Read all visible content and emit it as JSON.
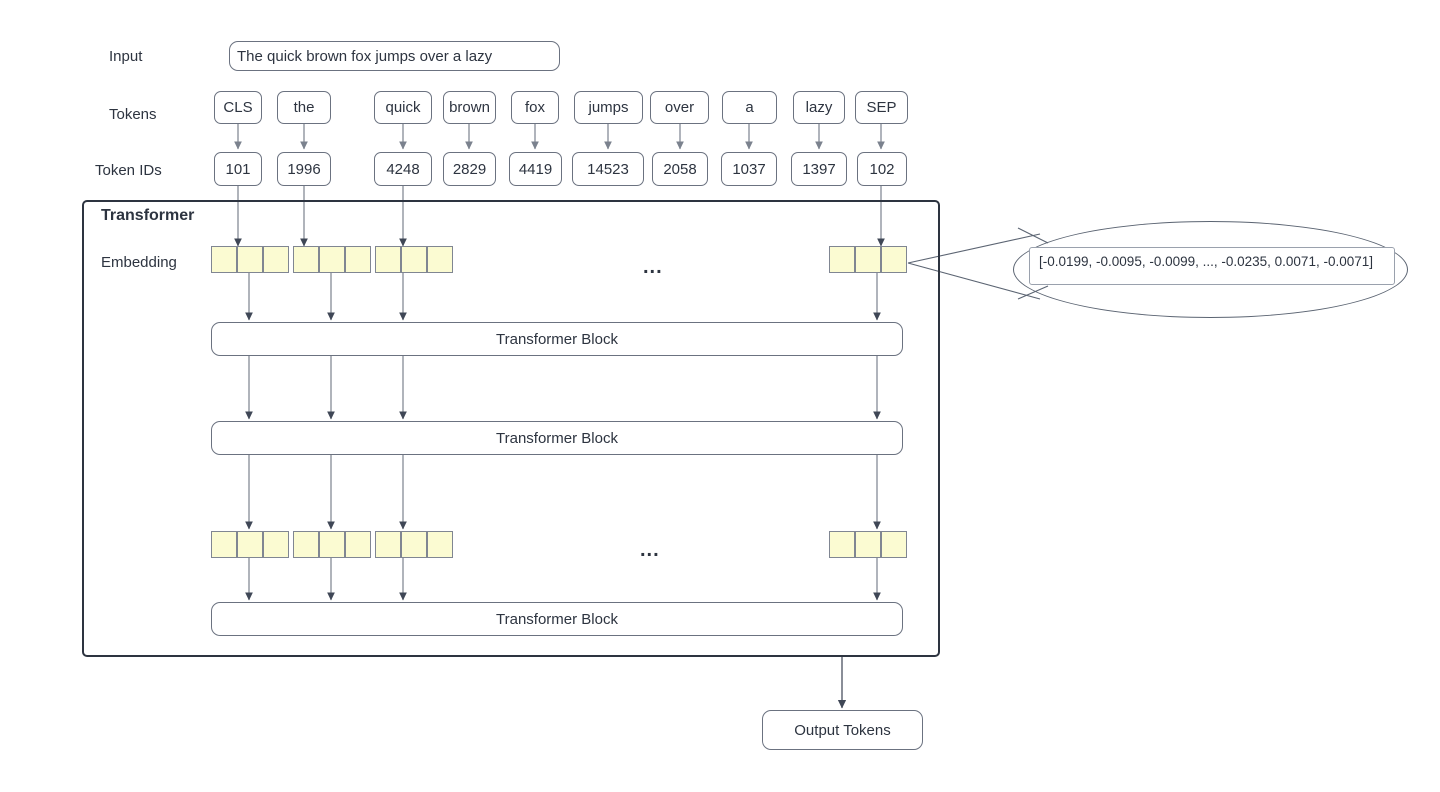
{
  "diagram": {
    "title": "Transformer",
    "rows": {
      "input_label": "Input",
      "tokens_label": "Tokens",
      "token_ids_label": "Token IDs",
      "embedding_label": "Embedding"
    },
    "input_text": "The quick brown fox jumps over a lazy",
    "tokens": [
      "CLS",
      "the",
      "quick",
      "brown",
      "fox",
      "jumps",
      "over",
      "a",
      "lazy",
      "SEP"
    ],
    "token_ids": [
      "101",
      "1996",
      "4248",
      "2829",
      "4419",
      "14523",
      "2058",
      "1037",
      "1397",
      "102"
    ],
    "ellipsis": "...",
    "transformer_blocks": [
      "Transformer Block",
      "Transformer Block",
      "Transformer Block"
    ],
    "embedding_vector": "[-0.0199, -0.0095, -0.0099,  ..., -0.0235,  0.0071, -0.0071]",
    "output_label": "Output Tokens",
    "colors": {
      "embedding_fill": "#fbfbd2",
      "embedding_stroke": "#808692",
      "frame_stroke": "#2d3440",
      "node_stroke": "#6b7280",
      "text": "#2d3440",
      "background": "#ffffff"
    }
  }
}
